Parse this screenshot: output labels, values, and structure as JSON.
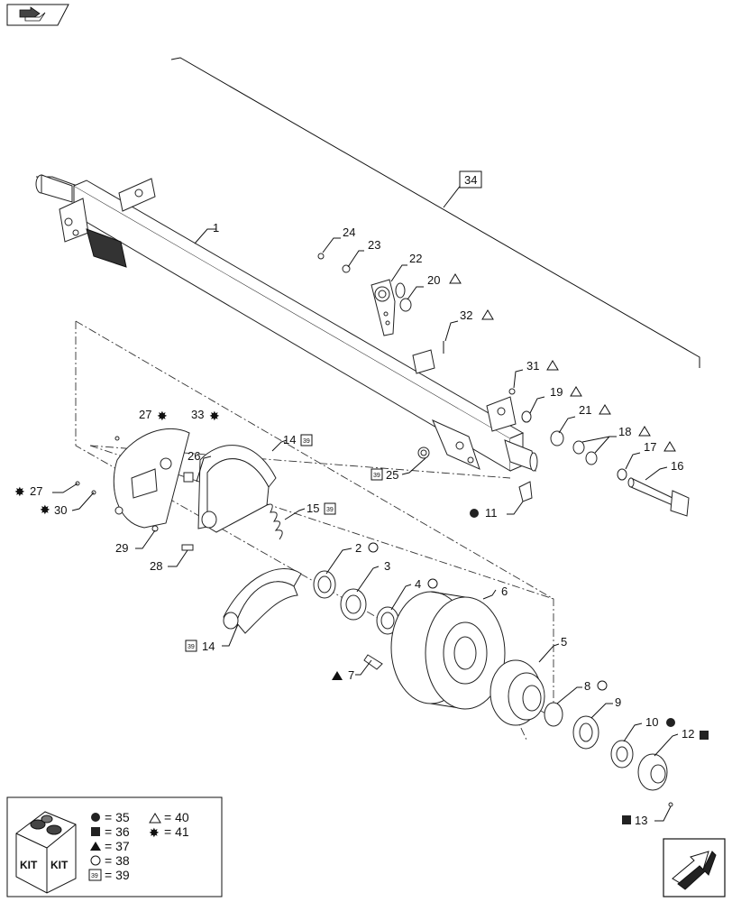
{
  "labels": {
    "l1": "1",
    "l2": "2",
    "l3": "3",
    "l4": "4",
    "l5": "5",
    "l6": "6",
    "l7": "7",
    "l8": "8",
    "l9": "9",
    "l10": "10",
    "l11": "11",
    "l12": "12",
    "l13": "13",
    "l14a": "14",
    "l14b": "14",
    "l15": "15",
    "l16": "16",
    "l17": "17",
    "l18": "18",
    "l19": "19",
    "l20": "20",
    "l21": "21",
    "l22": "22",
    "l23": "23",
    "l24": "24",
    "l25": "25",
    "l26": "26",
    "l27a": "27",
    "l27b": "27",
    "l28": "28",
    "l29": "29",
    "l30": "30",
    "l31": "31",
    "l32": "32",
    "l33": "33",
    "l34": "34",
    "box39": "39"
  },
  "legend": {
    "kit1": "KIT",
    "kit2": "KIT",
    "r35": "= 35",
    "r36": "= 36",
    "r37": "= 37",
    "r38": "= 38",
    "r39": "= 39",
    "r40": "= 40",
    "r41": "= 41",
    "box39": "39"
  },
  "icons": {
    "top_left": "navigation-arrow-icon",
    "bottom_right": "next-page-arrow-icon"
  }
}
